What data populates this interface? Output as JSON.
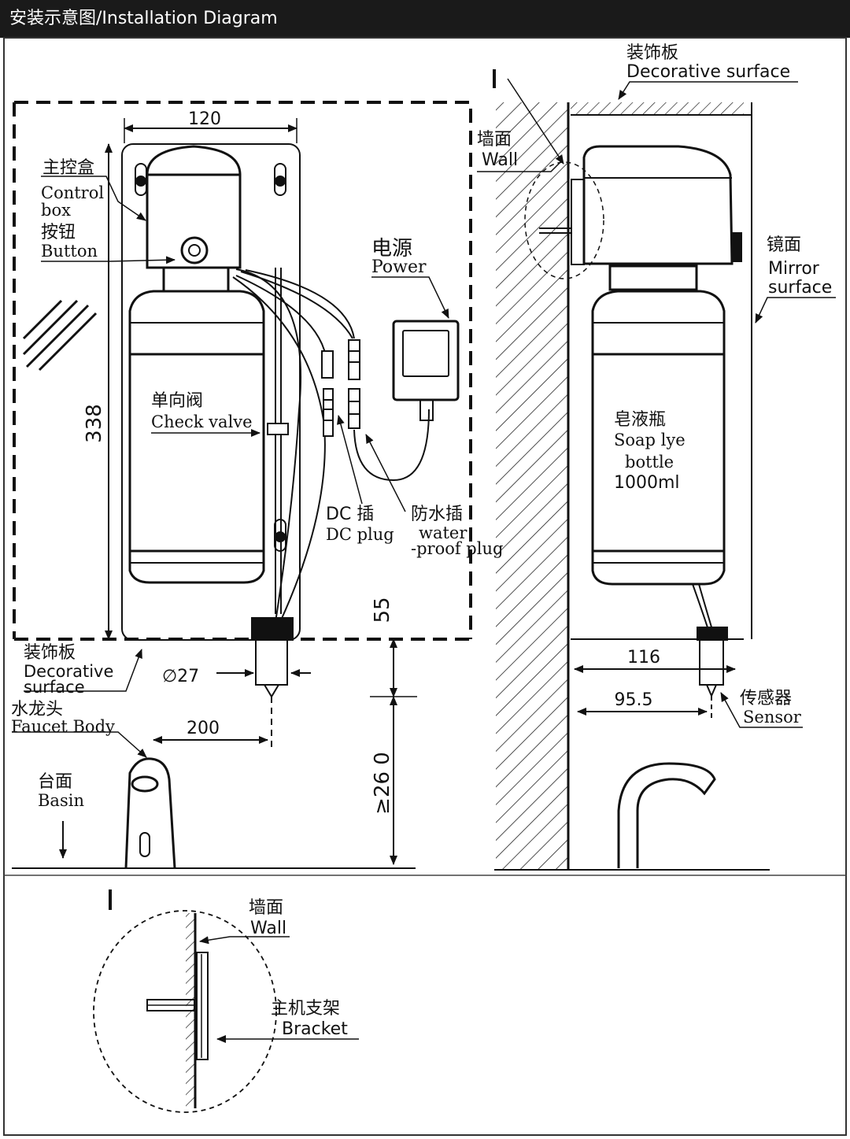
{
  "header": {
    "title": "安装示意图/Installation  Diagram"
  },
  "colors": {
    "header_bg": "#1a1a1a",
    "line": "#111111",
    "background": "#ffffff"
  },
  "front_view": {
    "dim_width": "120",
    "dim_height": "338",
    "dim_gap": "55",
    "dim_diameter": "∅27",
    "dim_faucet_offset": "200",
    "dim_min_height": "≥26 0",
    "control_box_cn": "主控盒",
    "control_box_en_1": "Control",
    "control_box_en_2": "box",
    "button_cn": "按钮",
    "button_en": "Button",
    "power_cn": "电源",
    "power_en": "Power",
    "check_valve_cn": "单向阀",
    "check_valve_en": "Check valve",
    "dc_plug_cn": "DC 插",
    "dc_plug_en": "DC plug",
    "waterproof_cn": "防水插",
    "waterproof_en_1": "water",
    "waterproof_en_2": "-proof plug",
    "decorative_cn": "装饰板",
    "decorative_en_1": "Decorative",
    "decorative_en_2": "surface",
    "faucet_cn": "水龙头",
    "faucet_en": "Faucet Body",
    "basin_cn": "台面",
    "basin_en": "Basin"
  },
  "side_view": {
    "section_mark": "I",
    "decorative_cn": "装饰板",
    "decorative_en": "Decorative surface",
    "wall_cn": "墙面",
    "wall_en": "Wall",
    "mirror_cn": "镜面",
    "mirror_en_1": "Mirror",
    "mirror_en_2": "surface",
    "bottle_cn": "皂液瓶",
    "bottle_en_1": "Soap lye",
    "bottle_en_2": "bottle",
    "bottle_en_3": "1000ml",
    "dim_depth": "116",
    "dim_sensor": "95.5",
    "sensor_cn": "传感器",
    "sensor_en": "Sensor"
  },
  "detail_view": {
    "section_mark": "I",
    "wall_cn": "墙面",
    "wall_en": "Wall",
    "bracket_cn": "主机支架",
    "bracket_en": "Bracket"
  }
}
